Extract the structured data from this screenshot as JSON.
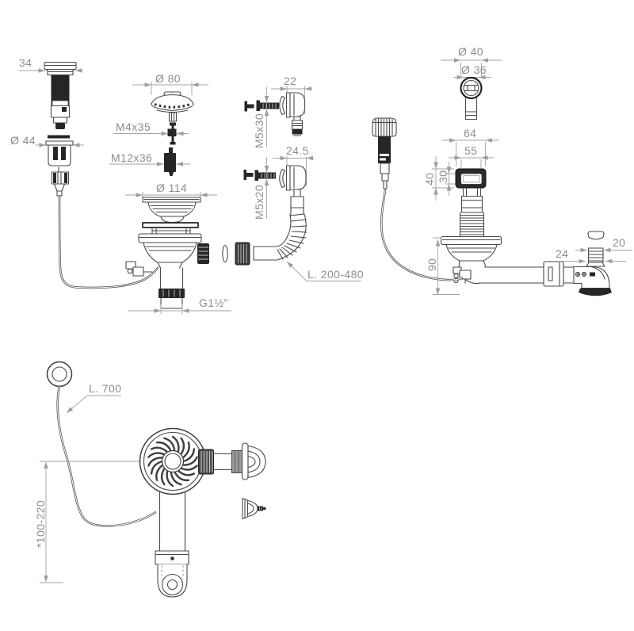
{
  "colors": {
    "background": "#ffffff",
    "line": "#4a4a4a",
    "dark_fill": "#262626",
    "dimension_line": "#a3a3a3",
    "label_text": "#8d8d8d"
  },
  "diagrams": {
    "actuator_exploded": {
      "button_width": "34",
      "nut_diameter": "Ø 44"
    },
    "strainer_exploded": {
      "cap_diameter": "Ø 80",
      "screw": "M4x35",
      "bolt": "M12x36",
      "flange_diameter": "Ø 114",
      "outlet_thread": "G1½\"",
      "hose_length": "L. 200-480"
    },
    "overflow_heads": {
      "head_a_width": "22",
      "head_a_screw": "M5x30",
      "head_b_width": "24.5",
      "head_b_screw": "M5x20"
    },
    "overflow_drain_exploded": {
      "outlet_outer_diameter": "Ø 40",
      "outlet_inner_diameter": "Ø 36",
      "cover_outer_width": "64",
      "cover_inner_width": "55",
      "cover_outer_height": "40",
      "cover_inner_height": "30",
      "body_height": "90",
      "spigot_base_width": "24",
      "spigot_tip_width": "20"
    },
    "installed_view": {
      "cable_length": "L. 700",
      "mounting_depth": "*100-220"
    }
  }
}
